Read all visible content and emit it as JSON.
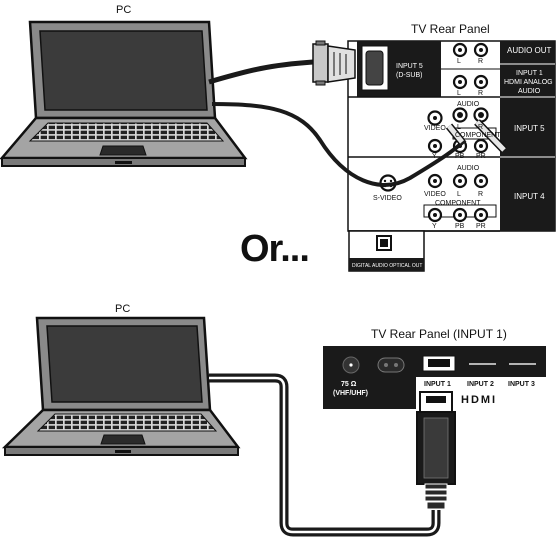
{
  "top": {
    "pc_label": "PC",
    "tv_label": "TV Rear Panel",
    "input5_dsub": [
      "INPUT 5",
      "(D-SUB)"
    ],
    "audio_out": "AUDIO OUT",
    "input1_hdmi_audio": [
      "INPUT 1",
      "HDMI ANALOG",
      "AUDIO"
    ],
    "input5": "INPUT 5",
    "input4": "INPUT 4",
    "jack_l": "L",
    "jack_r": "R",
    "audio": "AUDIO",
    "video": "VIDEO",
    "component": "COMPONENT",
    "svideo": "S-VIDEO",
    "y": "Y",
    "pb": "PB",
    "pr": "PR",
    "optical": "DIGITAL AUDIO OPTICAL OUT"
  },
  "or_text": "Or...",
  "bottom": {
    "pc_label": "PC",
    "tv_label": "TV Rear Panel (INPUT 1)",
    "antenna": [
      "75 Ω",
      "(VHF/UHF)"
    ],
    "input1": "INPUT 1",
    "input2": "INPUT 2",
    "input3": "INPUT 3",
    "hdmi_logo": "HDMI"
  },
  "colors": {
    "panel_dark": "#1a1a1a",
    "line": "#111111",
    "screen": "#3a3a3a",
    "body_gray": "#9a9a9a"
  }
}
